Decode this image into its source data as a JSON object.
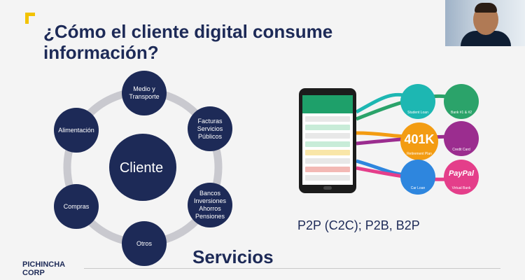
{
  "slide": {
    "title_line1": "¿Cómo el cliente digital consume",
    "title_line2": "información?",
    "center": "Cliente",
    "nodes": [
      "Medio y\nTransporte",
      "Facturas\nServicios\nPúblicos",
      "Bancos\nInversiones\nAhorros\nPensiones",
      "Otros",
      "Compras",
      "Alimentación"
    ],
    "p2p_text": "P2P (C2C); P2B, B2P",
    "servicios": "Servicios",
    "logo_line1": "PICHINCHA",
    "logo_line2": "CORP"
  },
  "icons": [
    {
      "label": "Student Loan",
      "color": "#1db7b2"
    },
    {
      "label": "Bank #1 & #2",
      "color": "#2ba36a"
    },
    {
      "label": "401K",
      "color": "#f39c12",
      "sub": "Retirement Plan"
    },
    {
      "label": "Credit Card",
      "color": "#9b2d8f"
    },
    {
      "label": "Car Loan",
      "color": "#2e86de"
    },
    {
      "label": "PayPal",
      "color": "#e43e8a",
      "sub": "Virtual Bank"
    }
  ],
  "colors": {
    "navy": "#1d2a57",
    "accent": "#f2c200",
    "ring": "#c9c9cf"
  }
}
